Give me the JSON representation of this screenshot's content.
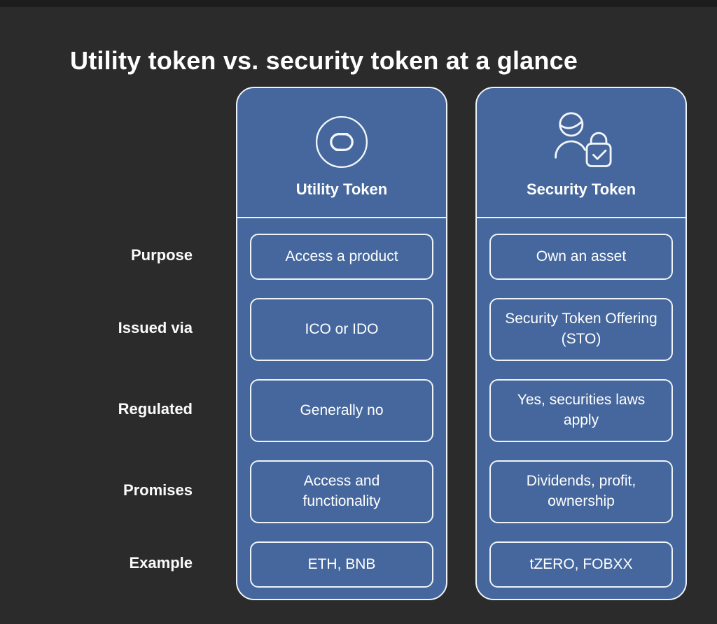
{
  "title": "Utility token vs. security token at a glance",
  "columns": [
    {
      "label": "Utility Token",
      "icon": "token-circle-icon"
    },
    {
      "label": "Security Token",
      "icon": "user-lock-icon"
    }
  ],
  "rows": [
    {
      "label": "Purpose",
      "utility": "Access a product",
      "security": "Own an asset"
    },
    {
      "label": "Issued via",
      "utility": "ICO or IDO",
      "security": "Security Token Offering (STO)"
    },
    {
      "label": "Regulated",
      "utility": "Generally no",
      "security": "Yes, securities laws apply"
    },
    {
      "label": "Promises",
      "utility": "Access and functionality",
      "security": "Dividends, profit, ownership"
    },
    {
      "label": "Example",
      "utility": "ETH, BNB",
      "security": "tZERO, FOBXX"
    }
  ],
  "colors": {
    "background": "#2b2b2b",
    "top_strip": "#1d1d1d",
    "card_blue": "#45679d",
    "line_white": "#eef3f8",
    "text": "#ffffff"
  }
}
